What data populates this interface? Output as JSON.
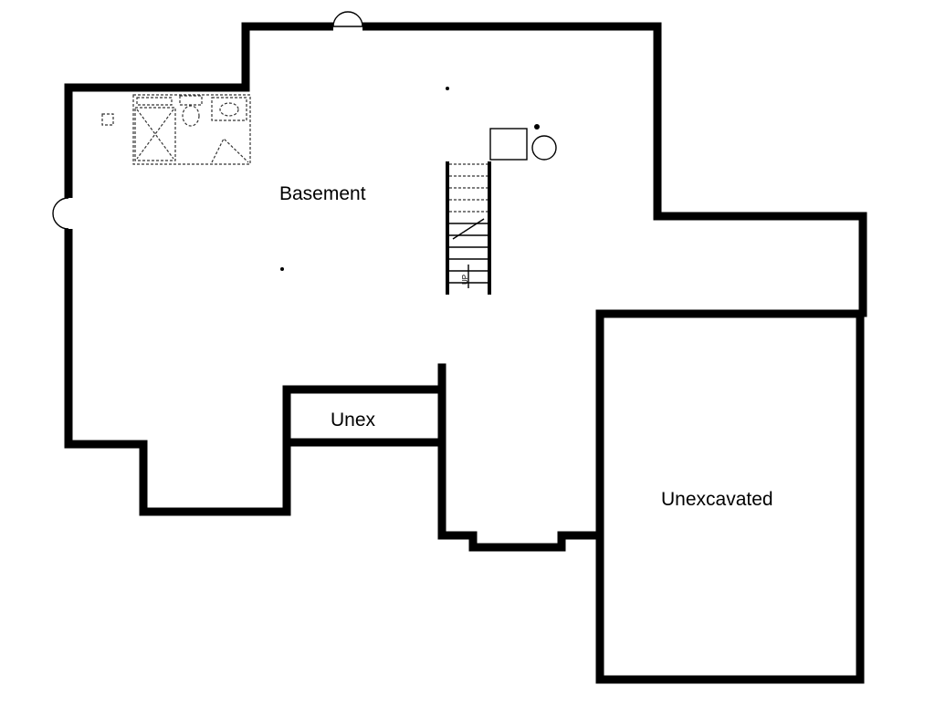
{
  "plan": {
    "rooms": {
      "basement": "Basement",
      "unex": "Unex",
      "unexcavated": "Unexcavated"
    },
    "stair_label": "UP",
    "colors": {
      "wall": "#000000",
      "background": "#ffffff"
    }
  }
}
